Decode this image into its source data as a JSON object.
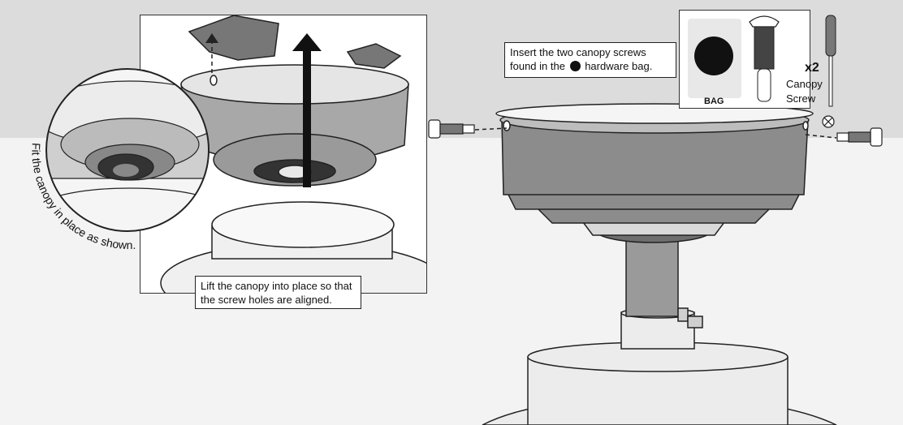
{
  "left_step": {
    "callout_line1": "Lift the canopy into place so that",
    "callout_line2": "the screw holes are aligned.",
    "circle_caption": "Fit the canopy in place as shown."
  },
  "right_step": {
    "callout_line1": "Insert the two canopy screws",
    "callout_line2_before": "found in the",
    "callout_line2_after": "hardware bag."
  },
  "hardware_inset": {
    "bag_label": "BAG",
    "quantity": "x2",
    "part_name_line1": "Canopy",
    "part_name_line2": "Screw"
  },
  "colors": {
    "canopy_fill": "#8c8c8c",
    "line": "#222222",
    "background_band": "#dcdcdc"
  }
}
